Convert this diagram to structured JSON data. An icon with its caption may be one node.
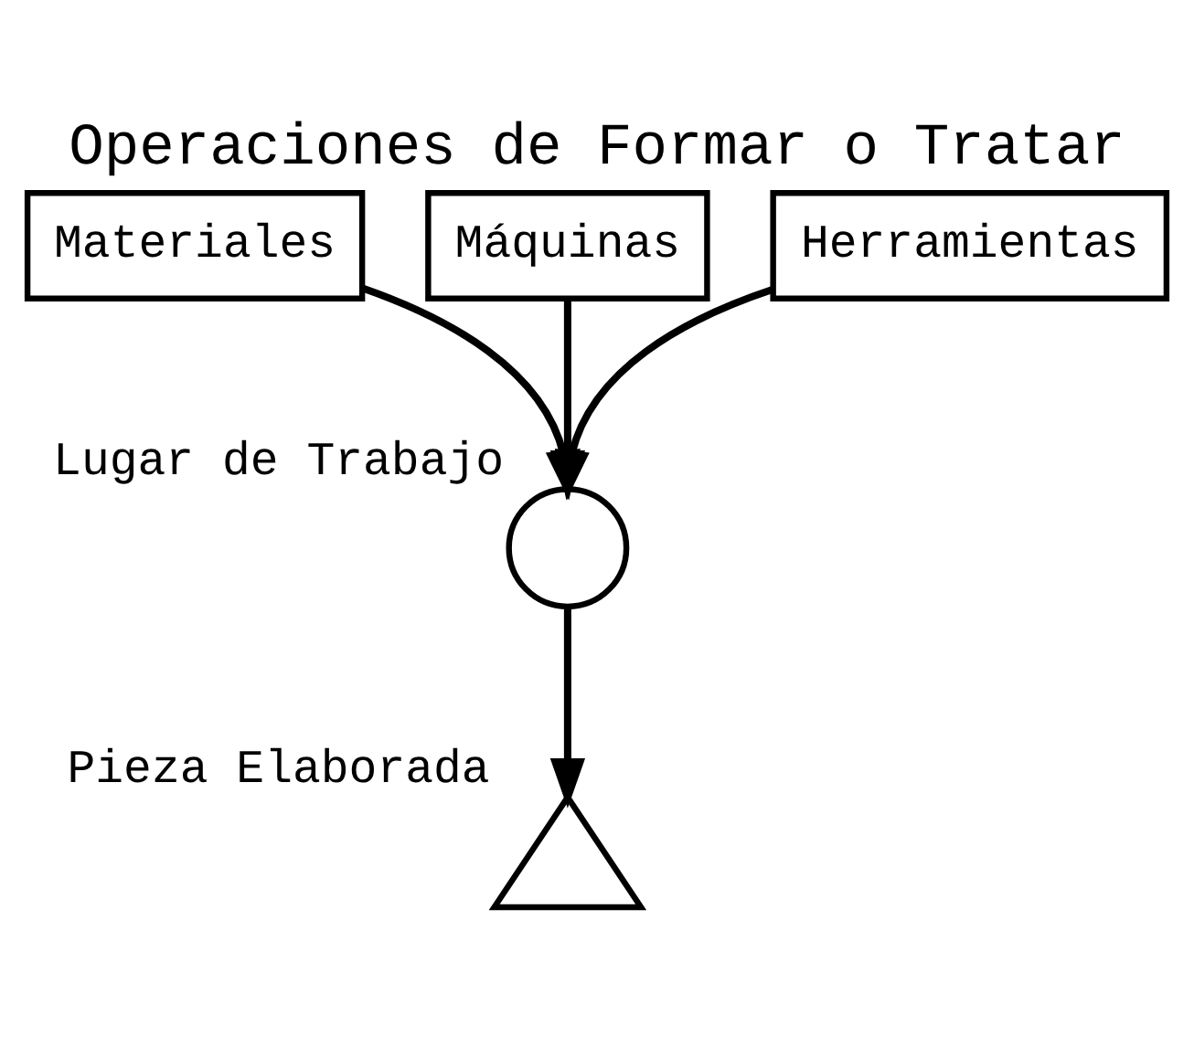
{
  "diagram": {
    "title": "Operaciones de Formar o Tratar",
    "nodes": [
      {
        "text": [
          "Materiales"
        ]
      },
      {
        "text": [
          "Máquinas"
        ]
      },
      {
        "text": [
          "Herramientas"
        ]
      },
      {
        "text": [],
        "shape": "circle",
        "beside": [
          "Lugar de Trabajo"
        ]
      },
      {
        "text": [],
        "shape": "triangle",
        "beside": [
          "Pieza Elaborada"
        ]
      }
    ],
    "edges": [
      {
        "from": 0,
        "to": 3,
        "arrow": "to"
      },
      {
        "from": 1,
        "to": 3,
        "arrow": "to"
      },
      {
        "from": 2,
        "to": 3,
        "arrow": "to"
      },
      {
        "from": 3,
        "to": 4,
        "arrow": "to"
      }
    ]
  }
}
